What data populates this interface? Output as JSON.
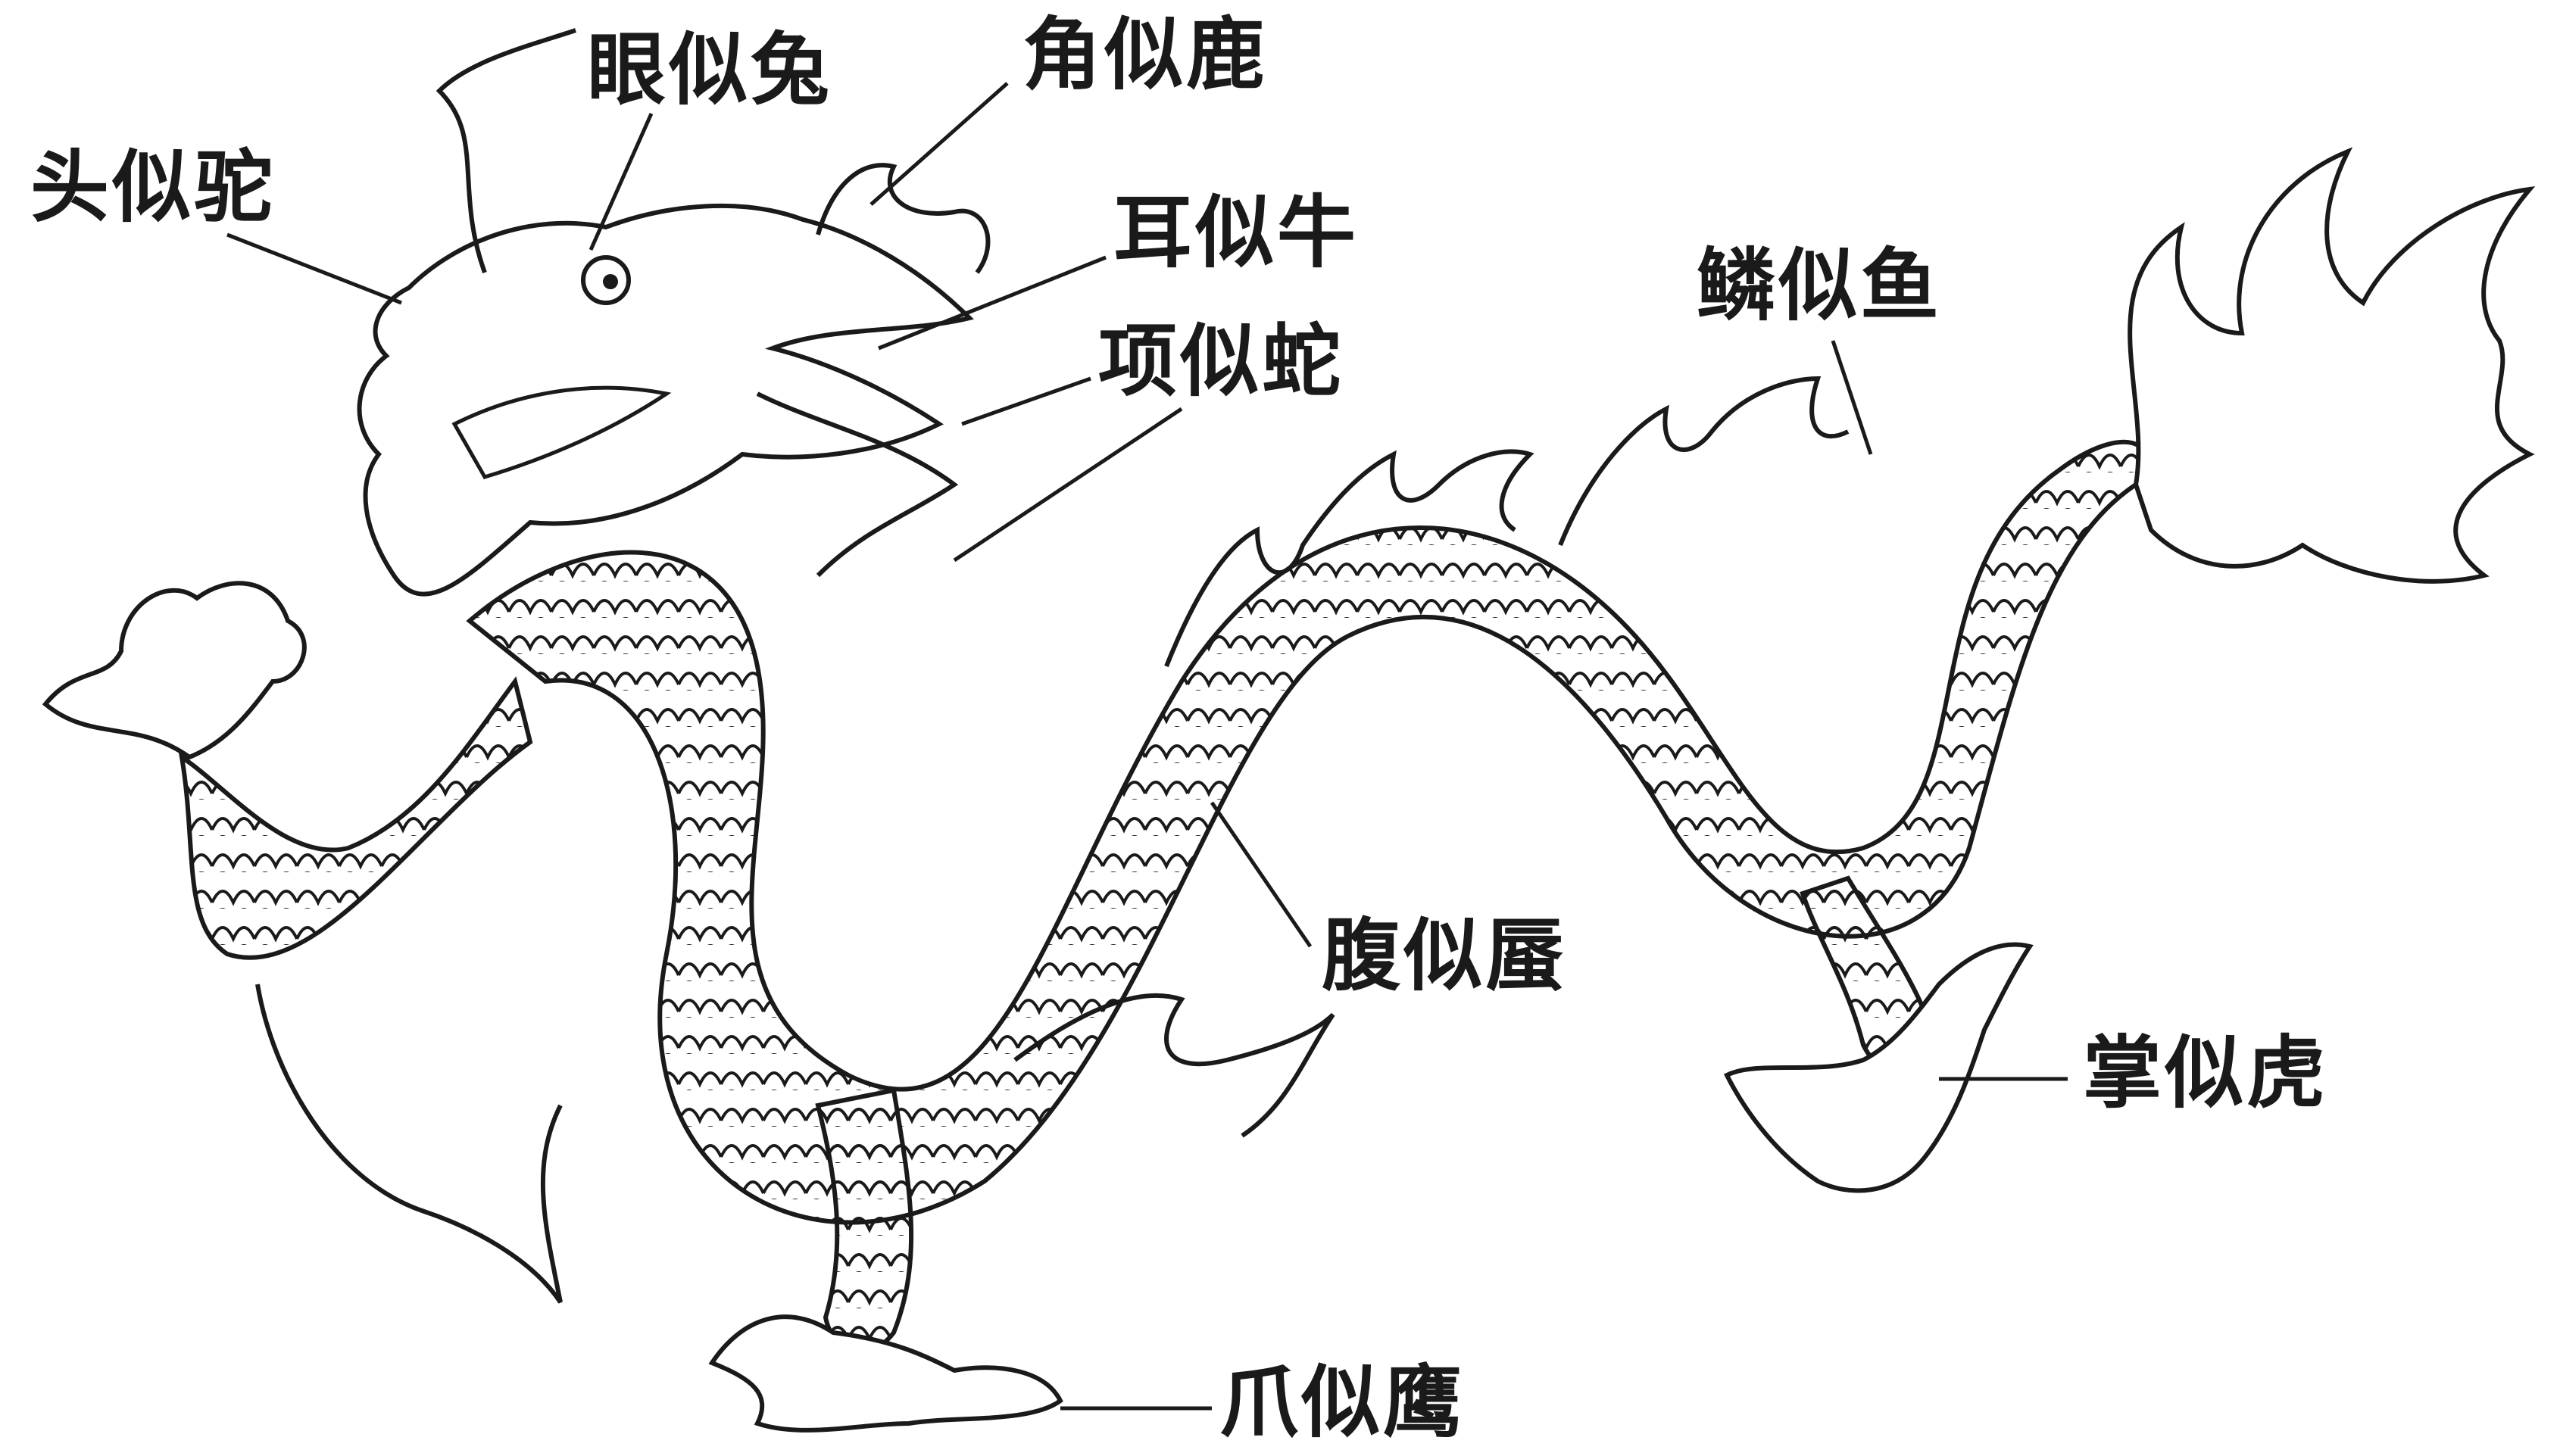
{
  "diagram": {
    "labels": {
      "eye": "眼似兔",
      "horn": "角似鹿",
      "head": "头似驼",
      "ear": "耳似牛",
      "neck": "项似蛇",
      "scale": "鳞似鱼",
      "belly": "腹似蜃",
      "palm": "掌似虎",
      "claw": "爪似鹰"
    },
    "colors": {
      "ink": "#1a1a1a",
      "background": "#ffffff"
    }
  }
}
